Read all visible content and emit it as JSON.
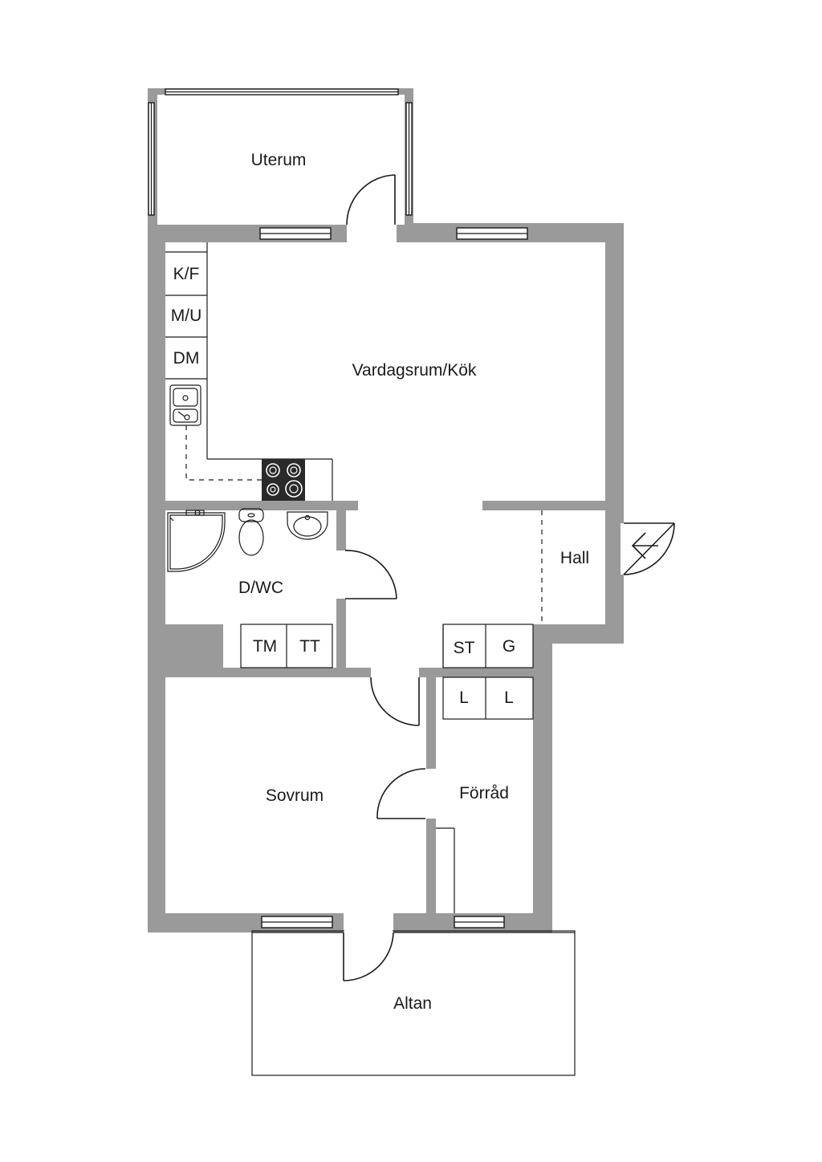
{
  "rooms": {
    "uterum": "Uterum",
    "vardagsrum_kok": "Vardagsrum/Kök",
    "hall": "Hall",
    "dwc": "D/WC",
    "sovrum": "Sovrum",
    "forrad": "Förråd",
    "altan": "Altan"
  },
  "fixtures": {
    "kf": "K/F",
    "mu": "M/U",
    "dm": "DM",
    "tm": "TM",
    "tt": "TT",
    "st": "ST",
    "g": "G",
    "l1": "L",
    "l2": "L"
  },
  "icons": {
    "entrance": "arrow-left-icon",
    "stove": "stove-icon",
    "sink": "sink-icon",
    "toilet": "toilet-icon",
    "washbasin": "washbasin-icon",
    "shower": "shower-icon"
  },
  "colors": {
    "wall": "#9a9a9a",
    "line": "#1a1a1a",
    "background": "#ffffff",
    "stove": "#2a2a2a"
  }
}
